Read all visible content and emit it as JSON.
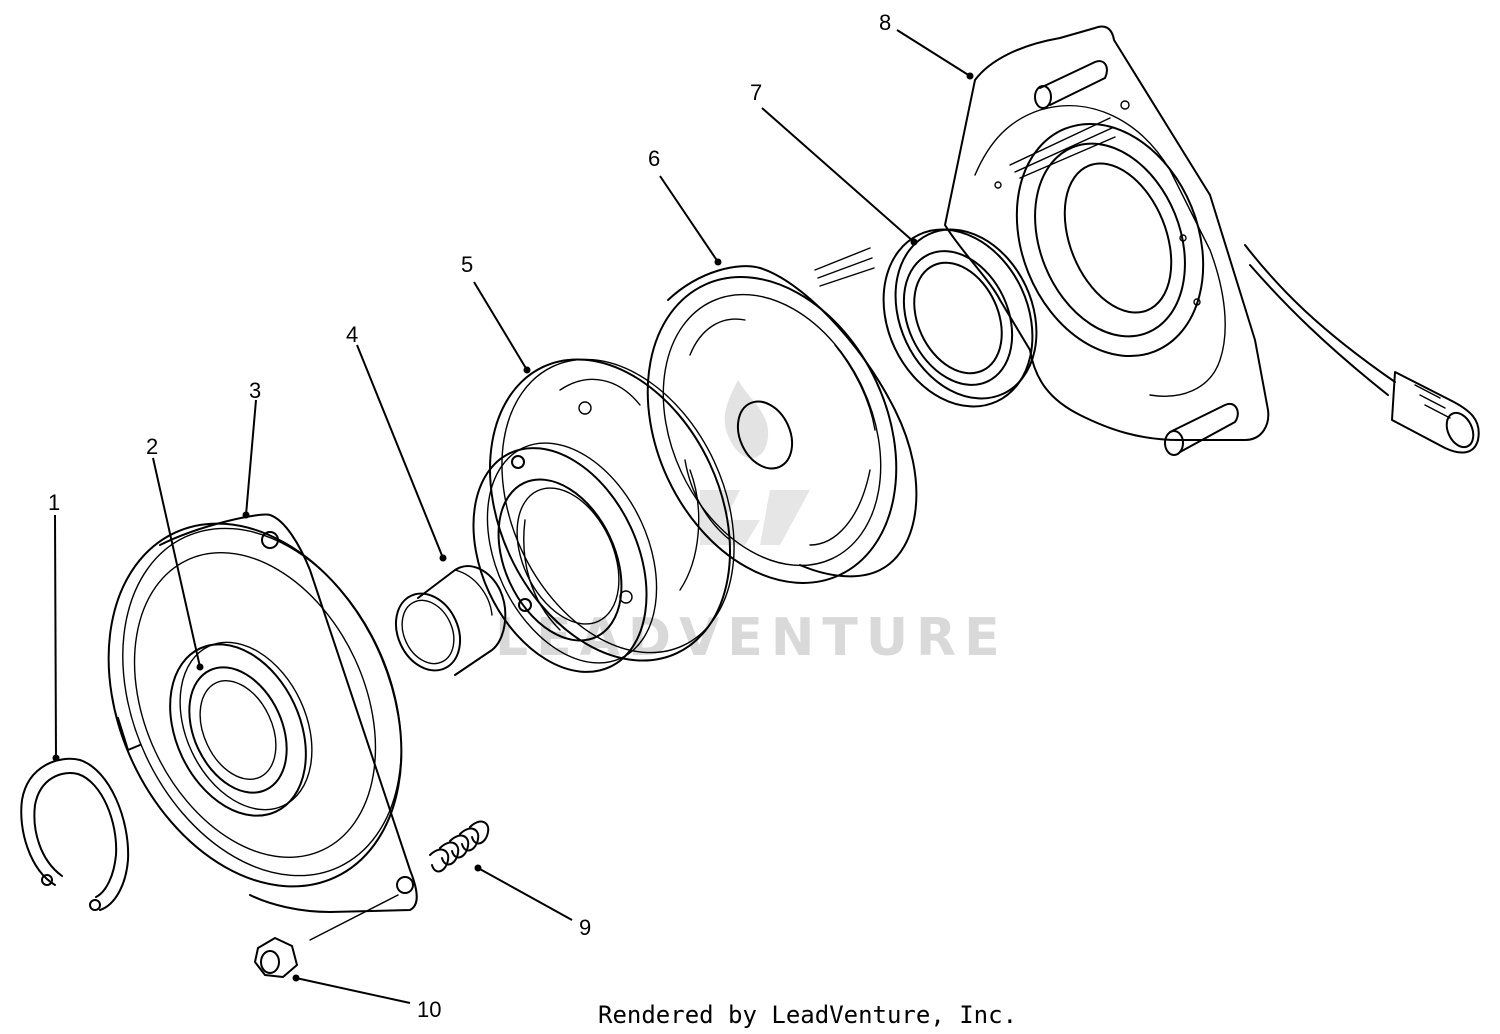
{
  "callouts": {
    "p1": "1",
    "p2": "2",
    "p3": "3",
    "p4": "4",
    "p5": "5",
    "p6": "6",
    "p7": "7",
    "p8": "8",
    "p9": "9",
    "p10": "10"
  },
  "watermark": "LEADVENTURE",
  "footer": "Rendered by LeadVenture, Inc.",
  "colors": {
    "line": "#000000",
    "watermark": "#d9d9d9",
    "background": "#ffffff"
  }
}
